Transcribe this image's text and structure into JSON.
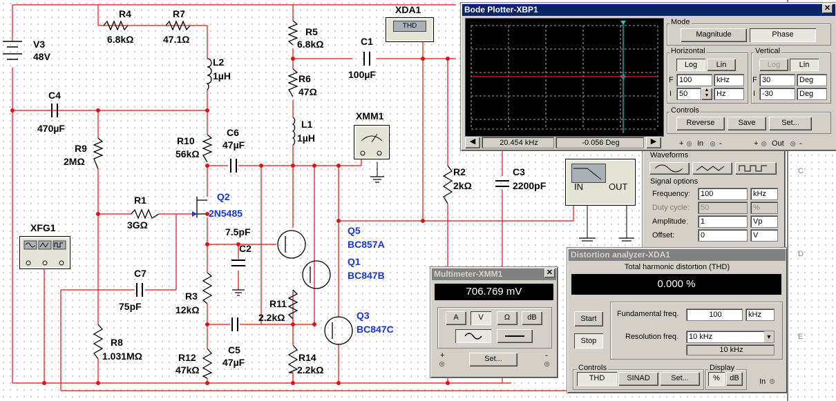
{
  "schematic": {
    "labels": {
      "V3": "V3",
      "V3_value": "48V",
      "R4": "R4",
      "R4_value": "6.8kΩ",
      "R7": "R7",
      "R7_value": "47.1Ω",
      "R5": "R5",
      "R5_value": "6.8kΩ",
      "C1": "C1",
      "C1_value": "100µF",
      "L2": "L2",
      "L2_value": "1µH",
      "R6": "R6",
      "R6_value": "47Ω",
      "C4": "C4",
      "C4_value": "470µF",
      "L1": "L1",
      "L1_value": "1µH",
      "R10": "R10",
      "R10_value": "56kΩ",
      "C6": "C6",
      "C6_value": "47µF",
      "R9": "R9",
      "R9_value": "2MΩ",
      "R2": "R2",
      "R2_value": "2kΩ",
      "C3": "C3",
      "C3_value": "2200pF",
      "Q2": "Q2",
      "Q2_value": "2N5485",
      "R1": "R1",
      "R1_value": "3GΩ",
      "C2": "C2",
      "C2_value": "7.5pF",
      "Q5": "Q5",
      "Q5_value": "BC857A",
      "Q1": "Q1",
      "Q1_value": "BC847B",
      "C7": "C7",
      "C7_value": "75pF",
      "R3": "R3",
      "R3_value": "12kΩ",
      "R11": "R11",
      "R11_value": "2.2kΩ",
      "Q3": "Q3",
      "Q3_value": "BC847C",
      "R8": "R8",
      "R8_value": "1.031MΩ",
      "R12": "R12",
      "R12_value": "47kΩ",
      "C5": "C5",
      "C5_value": "47µF",
      "R14": "R14",
      "R14_value": "2.2kΩ"
    },
    "instruments": {
      "xda_title": "XDA1",
      "xda_face": "THD",
      "xmm_title": "XMM1",
      "xfg_title": "XFG1",
      "bode_in": "IN",
      "bode_out": "OUT"
    },
    "ruler": [
      "C",
      "D",
      "E"
    ]
  },
  "bode": {
    "title": "Bode Plotter-XBP1",
    "mode_label": "Mode",
    "magnitude": "Magnitude",
    "phase": "Phase",
    "horizontal_label": "Horizontal",
    "vertical_label": "Vertical",
    "log": "Log",
    "lin": "Lin",
    "h_F_label": "F",
    "h_F_value": "100",
    "h_F_unit": "kHz",
    "h_I_label": "I",
    "h_I_value": "50",
    "h_I_unit": "Hz",
    "v_F_label": "F",
    "v_F_value": "30",
    "v_F_unit": "Deg",
    "v_I_label": "I",
    "v_I_value": "-30",
    "v_I_unit": "Deg",
    "controls_label": "Controls",
    "reverse": "Reverse",
    "save": "Save",
    "set": "Set...",
    "readout_freq": "20.454 kHz",
    "readout_phase": "-0.056 Deg",
    "in_label": "In",
    "out_label": "Out",
    "plus": "+",
    "minus": "-"
  },
  "funcgen": {
    "waveforms_label": "Waveforms",
    "signal_options_label": "Signal options",
    "frequency_label": "Frequency:",
    "frequency_value": "100",
    "frequency_unit": "kHz",
    "duty_label": "Duty cycle:",
    "duty_value": "50",
    "duty_unit": "%",
    "amplitude_label": "Amplitude:",
    "amplitude_value": "1",
    "amplitude_unit": "Vp",
    "offset_label": "Offset:",
    "offset_value": "0",
    "offset_unit": "V"
  },
  "multimeter": {
    "title": "Multimeter-XMM1",
    "reading": "706.769 mV",
    "btn_A": "A",
    "btn_V": "V",
    "btn_ohm": "Ω",
    "btn_dB": "dB",
    "set": "Set...",
    "plus": "+",
    "minus": "-"
  },
  "distortion": {
    "title": "Distortion analyzer-XDA1",
    "heading": "Total harmonic distortion (THD)",
    "reading": "0.000 %",
    "start": "Start",
    "stop": "Stop",
    "fund_label": "Fundamental freq.",
    "fund_value": "100",
    "fund_unit": "kHz",
    "res_label": "Resolution freq.",
    "res_value": "10 kHz",
    "res_readout": "10 kHz",
    "controls_label": "Controls",
    "thd": "THD",
    "sinad": "SINAD",
    "set": "Set...",
    "display_label": "Display",
    "pct": "%",
    "db": "dB",
    "in_label": "In"
  }
}
